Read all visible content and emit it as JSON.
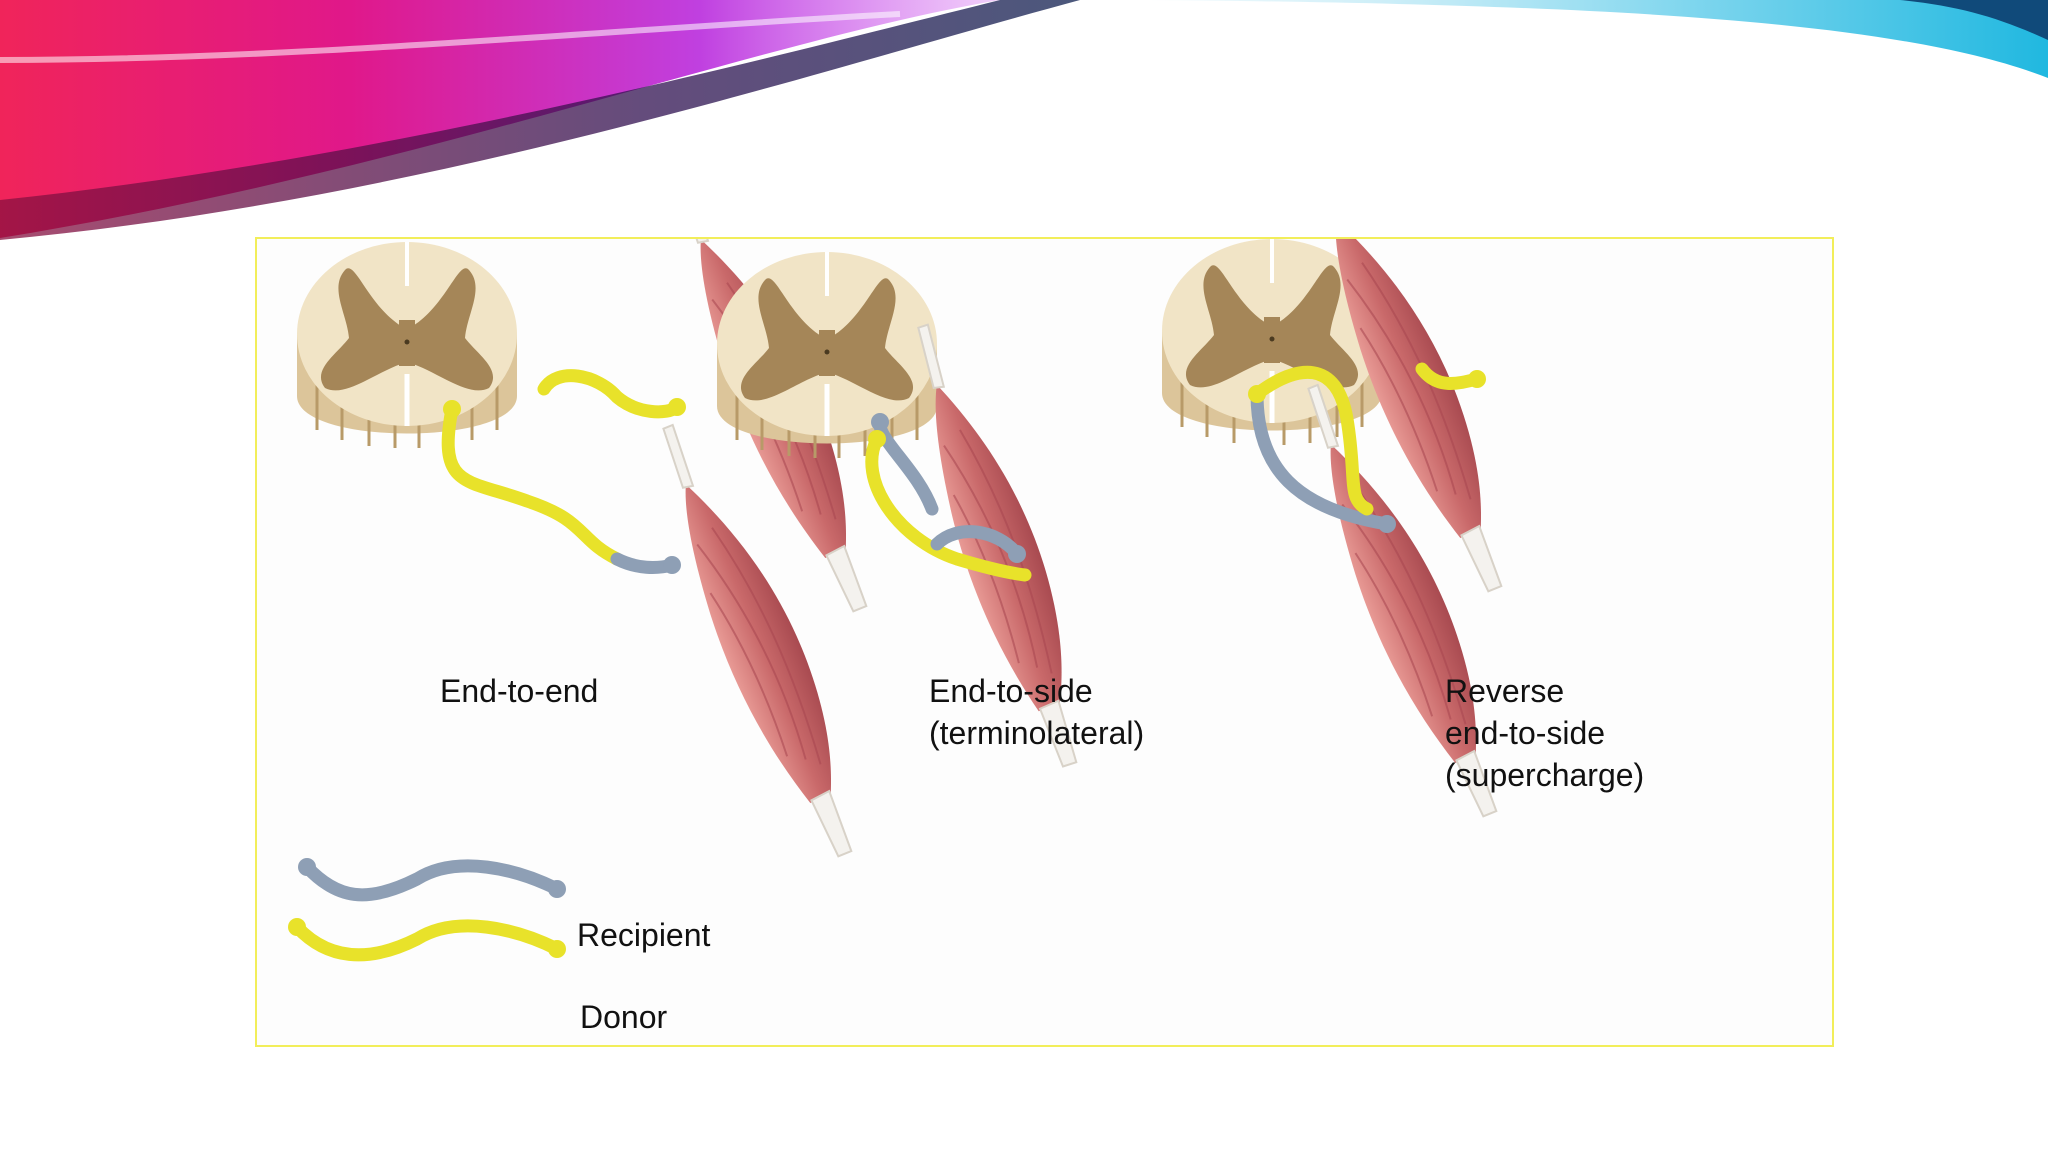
{
  "figure": {
    "panels": [
      {
        "lines": [
          "End-to-end"
        ]
      },
      {
        "lines": [
          "End-to-side",
          "(terminolateral)"
        ]
      },
      {
        "lines": [
          "Reverse",
          "end-to-side",
          "(supercharge)"
        ]
      }
    ],
    "legend": {
      "recipient_label": "Recipient",
      "donor_label": "Donor"
    }
  },
  "colors": {
    "donor_nerve": "#e8e22a",
    "recipient_nerve": "#8e9fb5",
    "muscle": "#c9696a",
    "spinal_white_matter": "#f1e4c6",
    "spinal_grey_matter": "#a58658",
    "frame_border": "#f2ee5a",
    "banner_magenta": "#e0188a",
    "banner_cyan": "#3cc6e6"
  },
  "icons": [
    "spinal-cord-cross-section",
    "muscle",
    "nerve-graft"
  ]
}
